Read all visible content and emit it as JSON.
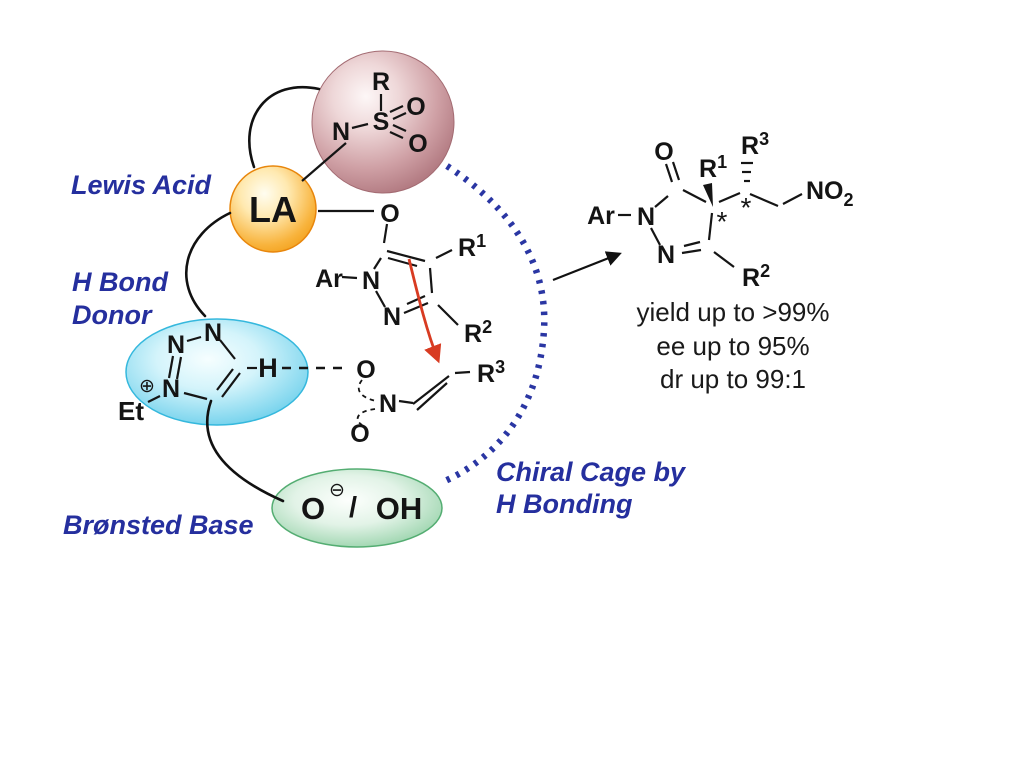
{
  "colors": {
    "label_blue": "#252f9e",
    "cage_arc_blue": "#2a36a3",
    "mechanism_arrow_red": "#d83b22",
    "lewis_acid_orange": "#f5a01f",
    "sulfonamide_sphere_red": "#b5787e",
    "triazolium_cyan": "#45c2e6",
    "base_green": "#5bb97a",
    "bond_black": "#151515"
  },
  "labels": {
    "lewis_acid": "Lewis Acid",
    "h_bond_donor": {
      "line1": "H Bond",
      "line2": "Donor"
    },
    "bronsted_base": "Brønsted Base",
    "chiral_cage": {
      "line1": "Chiral Cage by",
      "line2": "H Bonding"
    }
  },
  "catalyst": {
    "lewis_acid_symbol": "LA",
    "sulfonamide": {
      "r": "R",
      "s": "S",
      "o_upper": "O",
      "o_lower": "O",
      "n": "N"
    },
    "triazolium": {
      "n_top_left": "N",
      "n_top_right": "N",
      "n_plus": "N",
      "plus_symbol": "⊕",
      "ethyl": "Et",
      "c_h": "H"
    },
    "base_site": {
      "o": "O",
      "minus_symbol": "⊖",
      "separator": "/",
      "oh": "OH"
    }
  },
  "substrate": {
    "enol_o": "O",
    "ar": "Ar",
    "n1": "N",
    "n2": "N",
    "r1": {
      "base": "R",
      "sup": "1"
    },
    "r2": {
      "base": "R",
      "sup": "2"
    }
  },
  "nitroalkene": {
    "o_upper": "O",
    "n": "N",
    "o_lower": "O",
    "r3": {
      "base": "R",
      "sup": "3"
    }
  },
  "product": {
    "o": "O",
    "ar": "Ar",
    "n1": "N",
    "n2": "N",
    "r1": {
      "base": "R",
      "sup": "1"
    },
    "r2": {
      "base": "R",
      "sup": "2"
    },
    "r3": {
      "base": "R",
      "sup": "3"
    },
    "nitro": {
      "base": "NO",
      "sub": "2"
    },
    "stereocenter_1": "*",
    "stereocenter_2": "*"
  },
  "results": {
    "yield": "yield up to >99%",
    "ee": "ee up to 95%",
    "dr": "dr up to 99:1"
  }
}
